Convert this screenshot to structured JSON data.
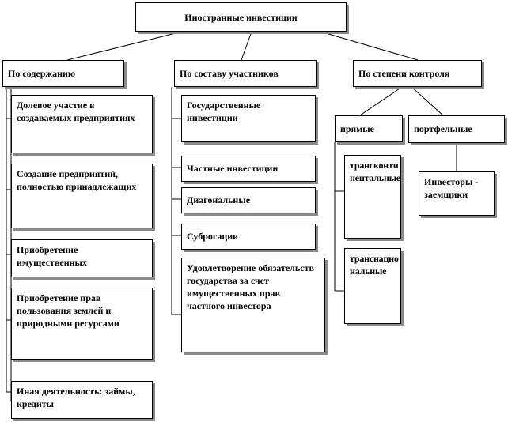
{
  "root": "Иностранные инвестиции",
  "categories": {
    "content": "По содержанию",
    "participants": "По составу участников",
    "control": "По степени контроля"
  },
  "content_items": [
    "Долевое участие в создаваемых предприятиях",
    "Создание предприятий, полностью принадлежащих",
    "Приобретение имущественных",
    "Приобретение прав пользования землей и природными ресурсами",
    "Иная деятельность: займы, кредиты"
  ],
  "participant_items": [
    "Государственные инвестиции",
    "Частные инвестиции",
    "Диагональные",
    "Суброгации",
    "Удовлетворение обязательств государства за счет имущественных прав частного инвестора"
  ],
  "control": {
    "direct": "прямые",
    "portfolio": "портфельные",
    "direct_items": [
      "трансконтинентальные",
      "транснациональные"
    ],
    "portfolio_items": [
      "Инвесторы - заемщики"
    ]
  }
}
